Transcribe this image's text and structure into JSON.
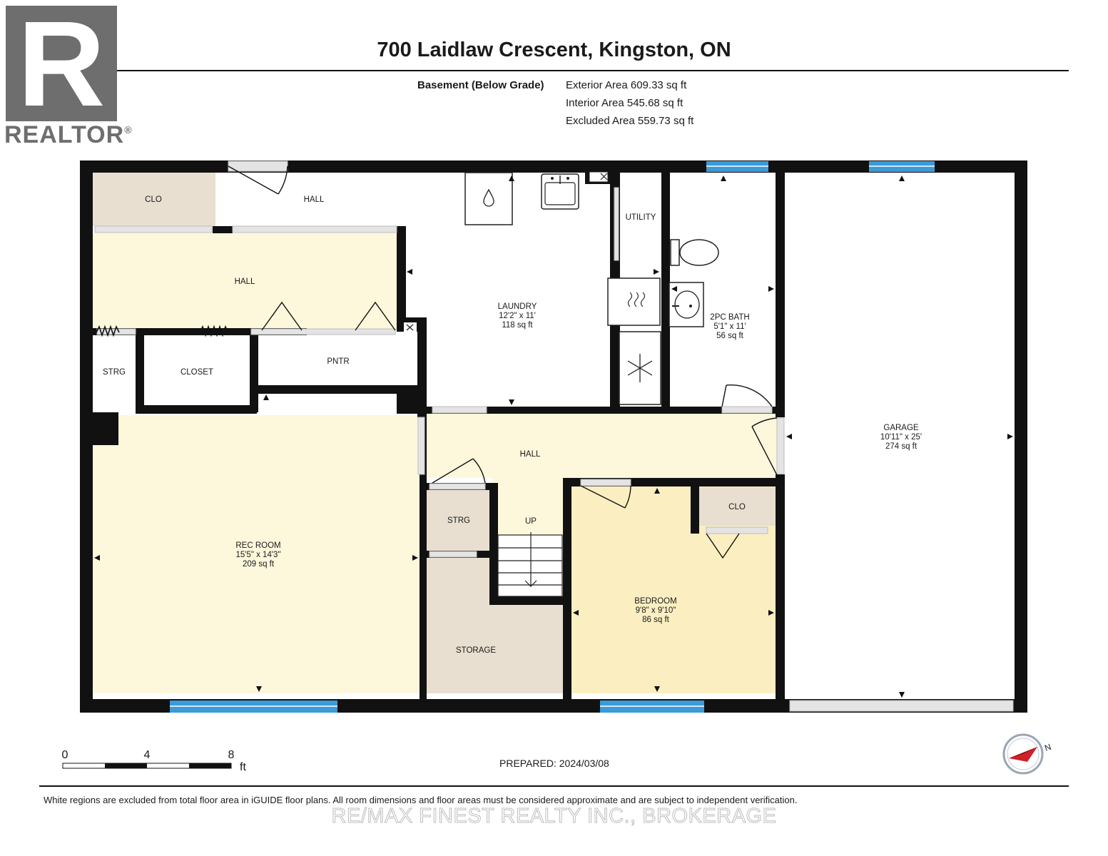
{
  "header": {
    "title": "700 Laidlaw Crescent, Kingston, ON",
    "floor_name": "Basement (Below Grade)",
    "exterior_area": "Exterior Area 609.33 sq ft",
    "interior_area": "Interior Area 545.68 sq ft",
    "excluded_area": "Excluded Area 559.73 sq ft"
  },
  "logo": {
    "letter": "R",
    "word": "REALTOR",
    "reg": "®"
  },
  "rooms": {
    "clo_top": "CLO",
    "hall_top": "HALL",
    "hall_left": "HALL",
    "strg_left": "STRG",
    "closet": "CLOSET",
    "pntr": "PNTR",
    "laundry": {
      "name": "LAUNDRY",
      "dims": "12'2\" x 11'",
      "area": "118 sq ft"
    },
    "utility": "UTILITY",
    "bath": {
      "name": "2PC BATH",
      "dims": "5'1\" x 11'",
      "area": "56 sq ft"
    },
    "garage": {
      "name": "GARAGE",
      "dims": "10'11\" x 25'",
      "area": "274 sq ft"
    },
    "hall_mid": "HALL",
    "strg_mid": "STRG",
    "up": "UP",
    "rec_room": {
      "name": "REC ROOM",
      "dims": "15'5\" x 14'3\"",
      "area": "209 sq ft"
    },
    "storage": "STORAGE",
    "clo_bed": "CLO",
    "bedroom": {
      "name": "BEDROOM",
      "dims": "9'8\" x 9'10\"",
      "area": "86 sq ft"
    }
  },
  "scale": {
    "ticks": [
      "0",
      "4",
      "8"
    ],
    "unit": "ft"
  },
  "compass": {
    "letter": "N"
  },
  "footer": {
    "prepared": "PREPARED: 2024/03/08",
    "disclaimer": "White regions are excluded from total floor area in iGUIDE floor plans. All room dimensions and floor areas must be considered approximate and are subject to independent verification.",
    "watermark": "RE/MAX FINEST REALTY INC., BROKERAGE"
  },
  "colors": {
    "wall": "#111111",
    "hall_fill": "#fdf7dc",
    "bedroom_fill": "#fbefc2",
    "storage_fill": "#e8dfd0",
    "window": "#3a9bd8",
    "compass_red": "#d0202a"
  }
}
